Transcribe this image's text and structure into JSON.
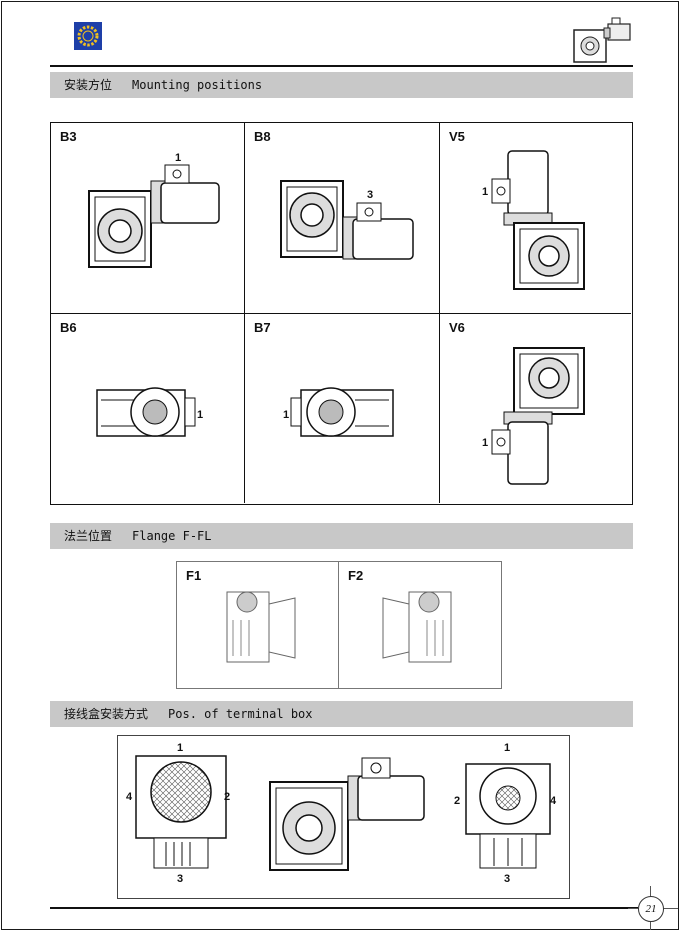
{
  "page_number": "21",
  "sections": {
    "mounting": {
      "zh": "安装方位",
      "en": "Mounting positions"
    },
    "flange": {
      "zh": "法兰位置",
      "en": "Flange F-FL"
    },
    "terminal": {
      "zh": "接线盒安装方式",
      "en": "Pos. of terminal box"
    }
  },
  "mounting_cells": [
    {
      "label": "B3",
      "marker": "1"
    },
    {
      "label": "B8",
      "marker": "3"
    },
    {
      "label": "V5",
      "marker": "1"
    },
    {
      "label": "B6",
      "marker": "1"
    },
    {
      "label": "B7",
      "marker": "1"
    },
    {
      "label": "V6",
      "marker": "1"
    }
  ],
  "flange_cells": [
    {
      "label": "F1"
    },
    {
      "label": "F2"
    }
  ],
  "terminal_positions": [
    "1",
    "2",
    "3",
    "4"
  ]
}
